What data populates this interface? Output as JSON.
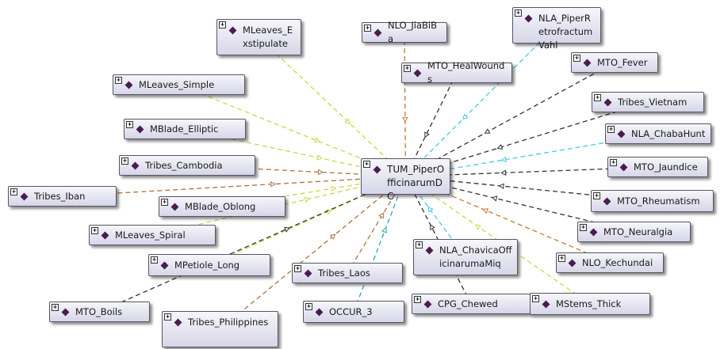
{
  "diagram": {
    "center": "TUM_PiperOfficinarumDC",
    "expander_symbol": "+",
    "nodes": [
      {
        "id": "center",
        "label": "TUM_PiperOffi­cinarumDC",
        "text": "TUM_PiperOfficinarumDC"
      },
      {
        "id": "mleaves_exstipulate",
        "text": "MLeaves_Exstipulate",
        "edge_color": "#c8d84a"
      },
      {
        "id": "nlo_jiabiba",
        "text": "NLO_JiaBiBa",
        "edge_color": "#c47a3a"
      },
      {
        "id": "nla_piperretrofractumvahl",
        "text": "NLA_PiperRetrofractumVahl",
        "edge_color": "#46c8e8"
      },
      {
        "id": "mto_healwounds",
        "text": "MTO_HealWounds",
        "edge_color": "#333333"
      },
      {
        "id": "mleaves_simple",
        "text": "MLeaves_Simple",
        "edge_color": "#c8d84a"
      },
      {
        "id": "mto_fever",
        "text": "MTO_Fever",
        "edge_color": "#333333"
      },
      {
        "id": "tribes_vietnam",
        "text": "Tribes_Vietnam",
        "edge_color": "#333333"
      },
      {
        "id": "mblade_elliptic",
        "text": "MBlade_Elliptic",
        "edge_color": "#c8d84a"
      },
      {
        "id": "nla_chabahunt",
        "text": "NLA_ChabaHunt",
        "edge_color": "#46c8e8"
      },
      {
        "id": "tribes_cambodia",
        "text": "Tribes_Cambodia",
        "edge_color": "#b07040"
      },
      {
        "id": "mto_jaundice",
        "text": "MTO_Jaundice",
        "edge_color": "#333333"
      },
      {
        "id": "tribes_iban",
        "text": "Tribes_Iban",
        "edge_color": "#b07040"
      },
      {
        "id": "mblade_oblong",
        "text": "MBlade_Oblong",
        "edge_color": "#c8d84a"
      },
      {
        "id": "mto_rheumatism",
        "text": "MTO_Rheumatism",
        "edge_color": "#333333"
      },
      {
        "id": "mleaves_spiral",
        "text": "MLeaves_Spiral",
        "edge_color": "#c8d84a"
      },
      {
        "id": "mto_neuralgia",
        "text": "MTO_Neuralgia",
        "edge_color": "#333333"
      },
      {
        "id": "mpetiole_long",
        "text": "MPetiole_Long",
        "edge_color": "#c8d84a"
      },
      {
        "id": "nla_chavicaofficinarummiq",
        "text": "NLA_ChavicaOfficinarumaMiq",
        "edge_color": "#46c8e8"
      },
      {
        "id": "nlo_kechundai",
        "text": "NLO_Kechundai",
        "edge_color": "#c47a3a"
      },
      {
        "id": "tribes_laos",
        "text": "Tribes_Laos",
        "edge_color": "#b07040"
      },
      {
        "id": "mto_boils",
        "text": "MTO_Boils",
        "edge_color": "#333333"
      },
      {
        "id": "cpg_chewed",
        "text": "CPG_Chewed",
        "edge_color": "#333333"
      },
      {
        "id": "mstems_thick",
        "text": "MStems_Thick",
        "edge_color": "#c8d84a"
      },
      {
        "id": "occur_3",
        "text": "OCCUR_3",
        "edge_color": "#2aa8b0"
      },
      {
        "id": "tribes_philippines",
        "text": "Tribes_Philippines",
        "edge_color": "#b07040"
      }
    ]
  }
}
